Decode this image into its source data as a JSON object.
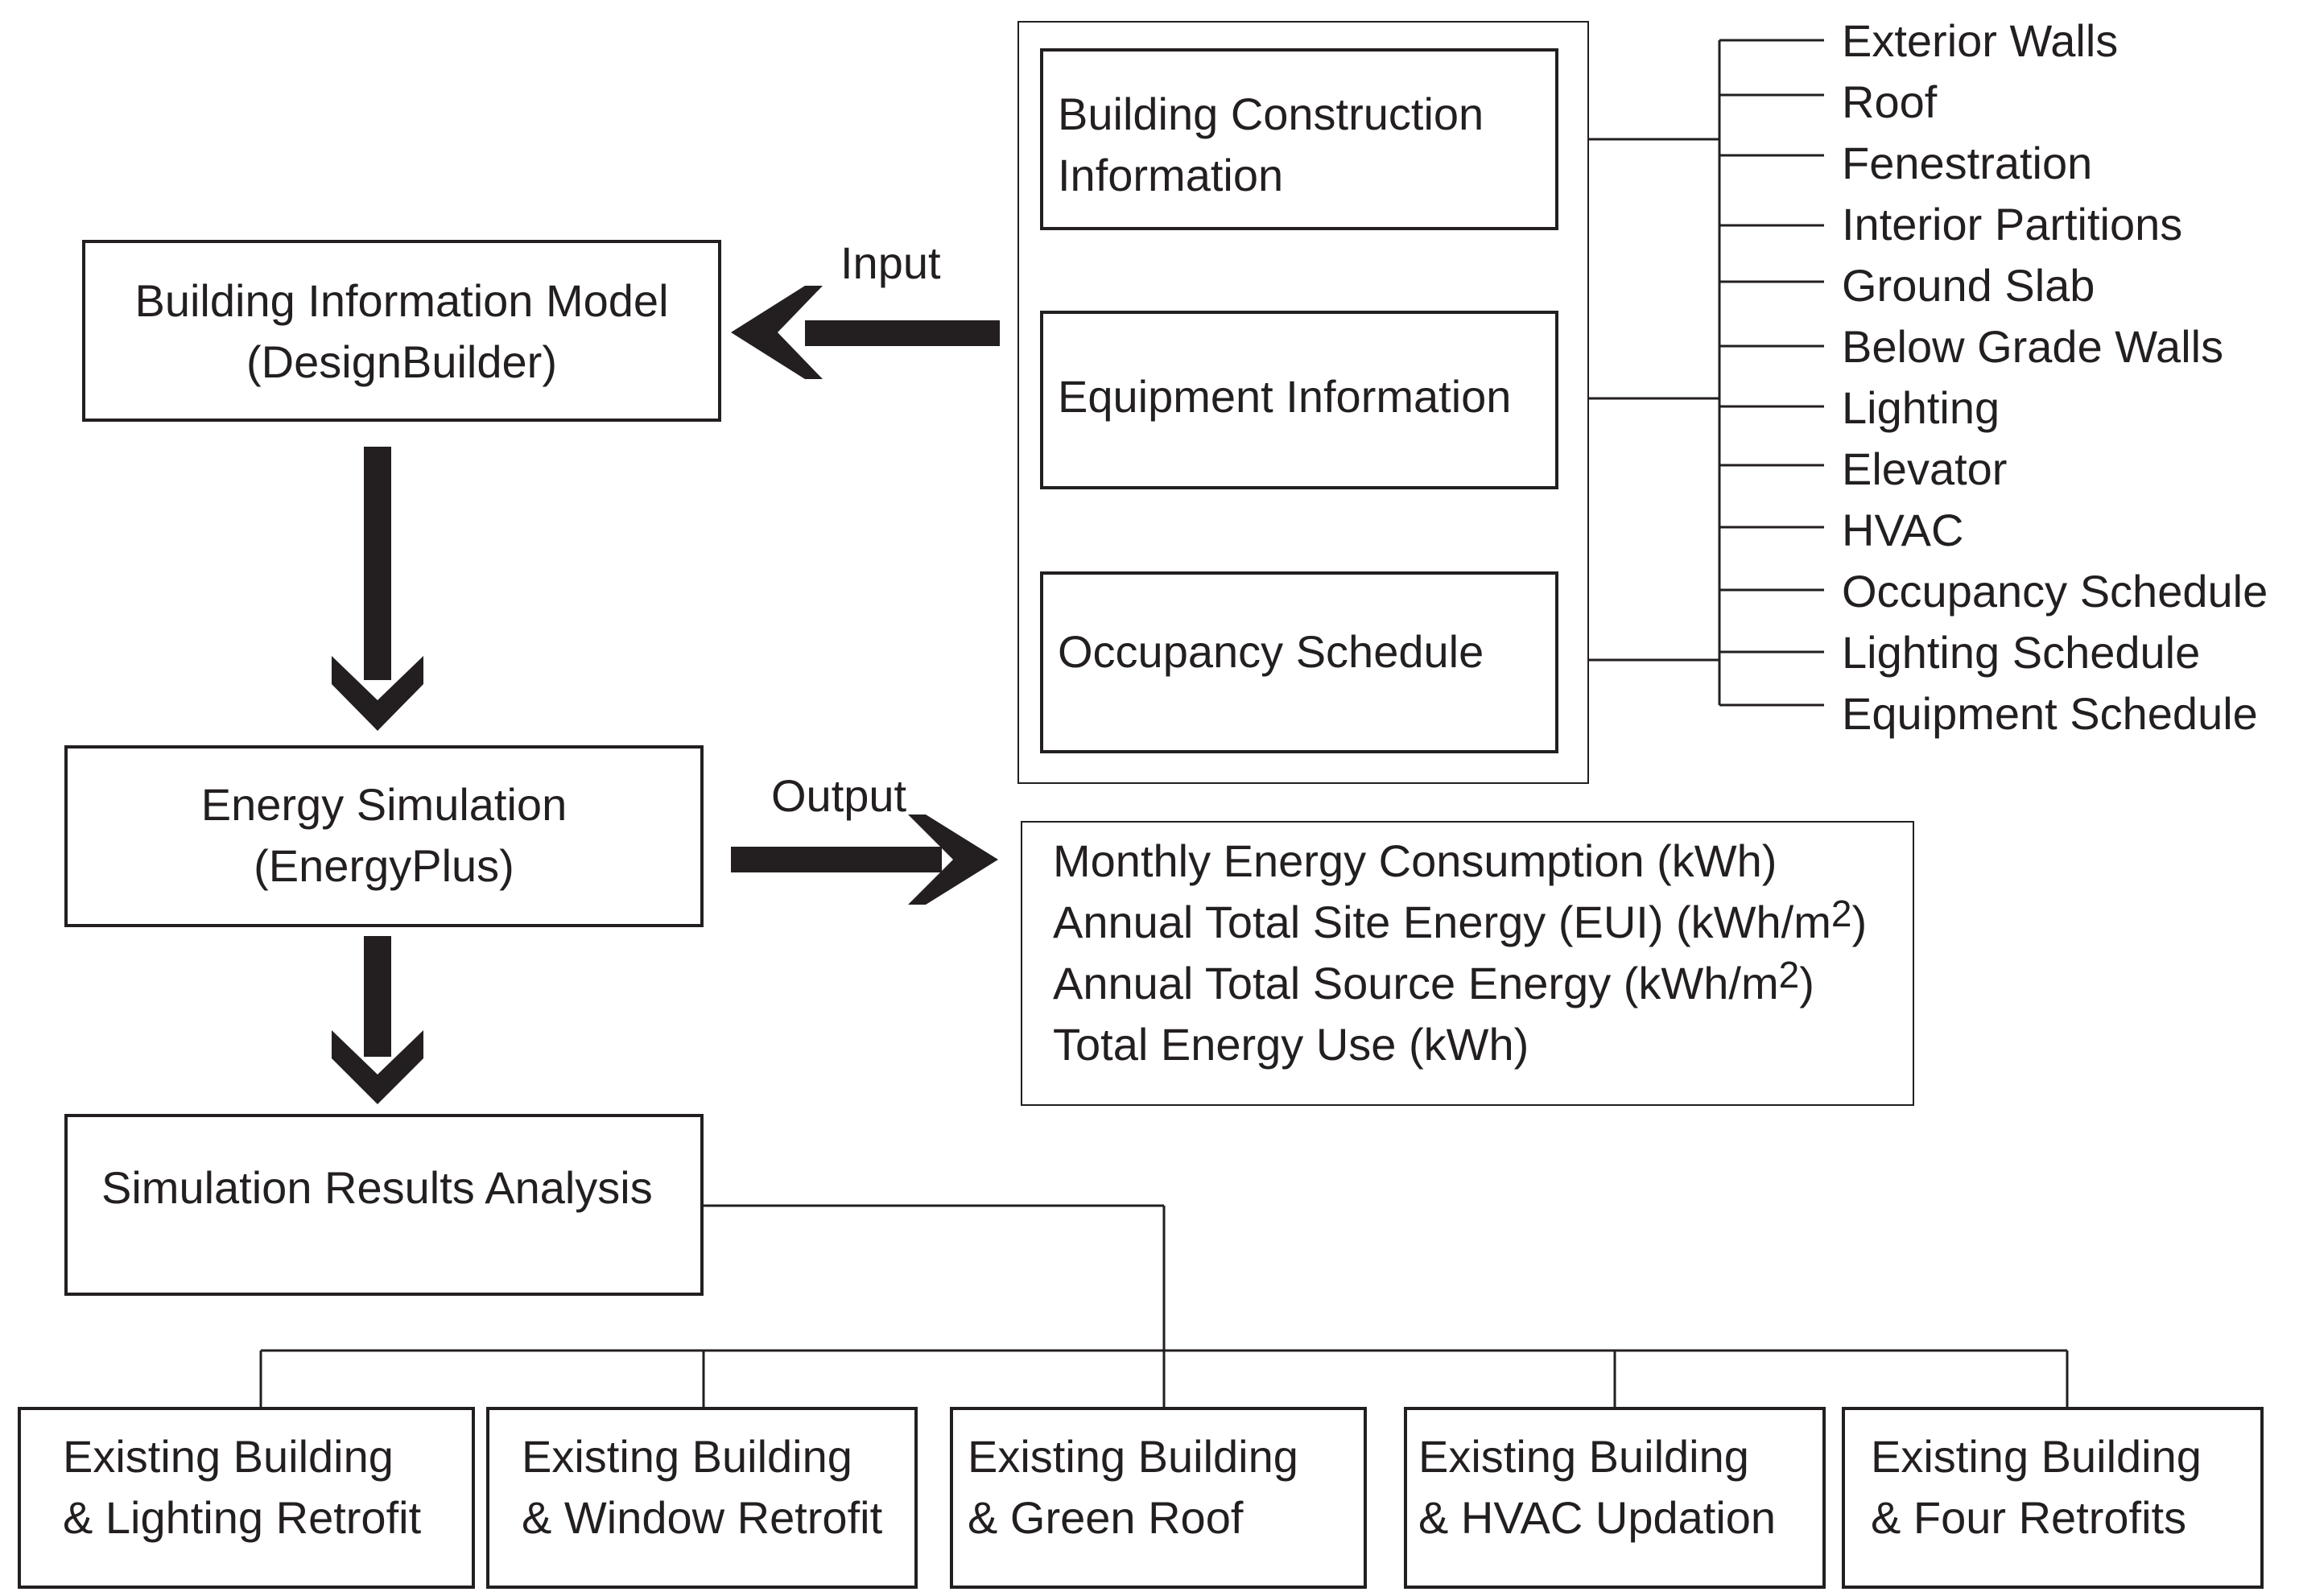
{
  "labels": {
    "input": "Input",
    "output": "Output"
  },
  "bim": {
    "line1": "Building Information Model",
    "line2": "(DesignBuilder)"
  },
  "energy_sim": {
    "line1": "Energy Simulation",
    "line2": "(EnergyPlus)"
  },
  "analysis": {
    "line1": "Simulation Results Analysis"
  },
  "inputs": {
    "construction": {
      "line1": "Building Construction",
      "line2": "Information"
    },
    "equipment": {
      "line1": "Equipment Information"
    },
    "occupancy": {
      "line1": "Occupancy Schedule"
    }
  },
  "input_items": [
    "Exterior Walls",
    "Roof",
    "Fenestration",
    "Interior Partitions",
    "Ground Slab",
    "Below Grade Walls",
    "Lighting",
    "Elevator",
    "HVAC",
    "Occupancy Schedule",
    "Lighting Schedule",
    "Equipment Schedule"
  ],
  "outputs": {
    "line1": "Monthly Energy Consumption (kWh)",
    "line2": "Annual Total Site Energy (EUI) (kWh/m",
    "line3": "Annual Total Source Energy (kWh/m",
    "line4": "Total Energy Use (kWh)",
    "sup": "2",
    "close": ")"
  },
  "scenarios": [
    {
      "line1": "Existing Building",
      "line2": "& Lighting Retrofit"
    },
    {
      "line1": "Existing Building",
      "line2": "& Window Retrofit"
    },
    {
      "line1": "Existing Building",
      "line2": "& Green Roof"
    },
    {
      "line1": "Existing Building",
      "line2": "& HVAC Updation"
    },
    {
      "line1": "Existing Building",
      "line2": "& Four Retrofits"
    }
  ]
}
